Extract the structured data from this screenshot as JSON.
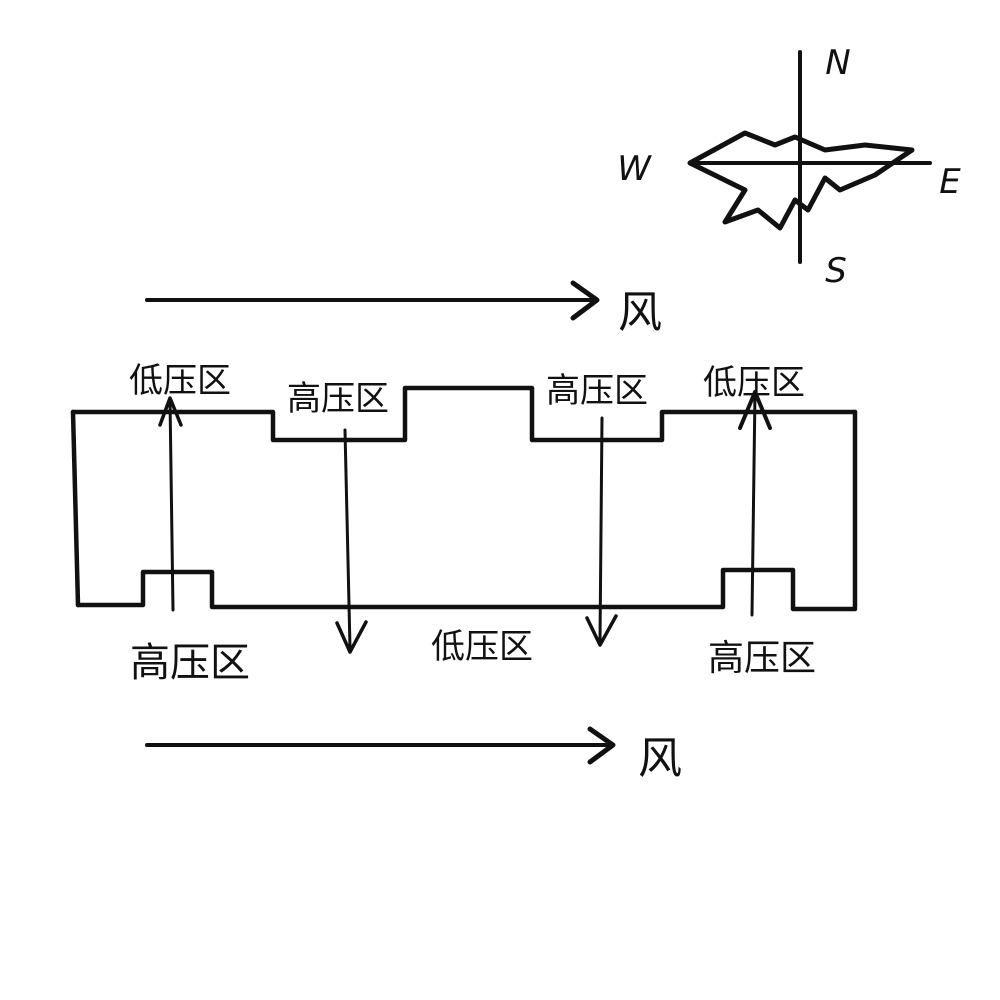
{
  "compass": {
    "north": "N",
    "south": "S",
    "east": "E",
    "west": "W"
  },
  "wind": {
    "top_label": "风",
    "bottom_label": "风"
  },
  "upper_zones": [
    {
      "label": "低压区",
      "pressure": "low",
      "flow": "upward"
    },
    {
      "label": "高压区",
      "pressure": "high",
      "flow": "downward"
    },
    {
      "label": "高压区",
      "pressure": "high",
      "flow": "downward"
    },
    {
      "label": "低压区",
      "pressure": "low",
      "flow": "upward"
    }
  ],
  "lower_zones": [
    {
      "label": "高压区",
      "pressure": "high"
    },
    {
      "label": "低压区",
      "pressure": "low"
    },
    {
      "label": "高压区",
      "pressure": "high"
    }
  ],
  "colors": {
    "ink": "#111111",
    "paper": "#ffffff"
  }
}
